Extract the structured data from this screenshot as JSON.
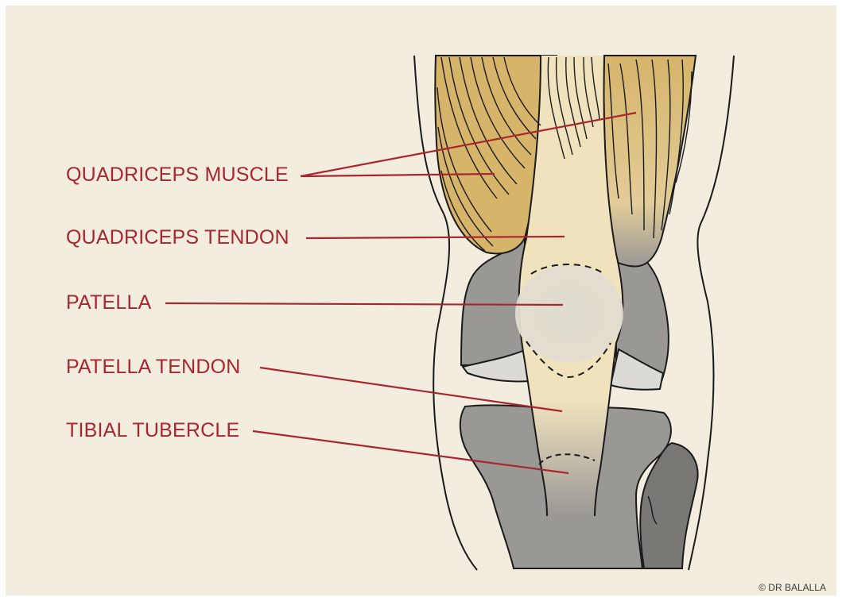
{
  "diagram": {
    "labels": [
      {
        "id": "quadriceps-muscle",
        "text": "QUADRICEPS MUSCLE"
      },
      {
        "id": "quadriceps-tendon",
        "text": "QUADRICEPS TENDON"
      },
      {
        "id": "patella",
        "text": "PATELLA"
      },
      {
        "id": "patella-tendon",
        "text": "PATELLA TENDON"
      },
      {
        "id": "tibial-tubercle",
        "text": "TIBIAL TUBERCLE"
      }
    ],
    "credit": "© DR BALALLA"
  },
  "colors": {
    "background": "#f3eddf",
    "label_text": "#a8262e",
    "leader_line": "#a8262e",
    "muscle": "#d6b46a",
    "tendon": "#efe2bd",
    "patella": "#dedbd0",
    "bone": "#9a9895",
    "fibula": "#7a7874",
    "cartilage": "#dcdad4",
    "outline": "#1a1a1a"
  }
}
